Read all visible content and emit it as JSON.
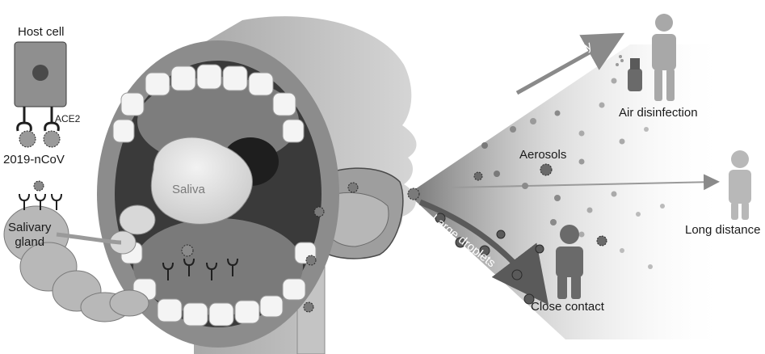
{
  "labels": {
    "host_cell": "Host cell",
    "ace2": "ACE2",
    "virus": "2019-nCoV",
    "salivary_gland": "Salivary\ngland",
    "saliva": "Saliva",
    "decay": "Decay",
    "air_disinfection": "Air disinfection",
    "aerosols": "Aerosols",
    "long_distance": "Long distance",
    "large_droplets": "Large droplets",
    "close_contact": "Close contact"
  },
  "colors": {
    "skin_gray": "#bdbdbd",
    "lip_gray": "#8c8c8c",
    "mouth_dark": "#3a3a3a",
    "tooth": "#f4f4f4",
    "tongue": "#7a7a7a",
    "cell_fill": "#8f8f8f",
    "nucleus": "#4a4a4a",
    "gland": "#b8b8b8",
    "arrow": "#7a7a7a",
    "person": "#a8a8a8",
    "person_dark": "#6a6a6a"
  }
}
